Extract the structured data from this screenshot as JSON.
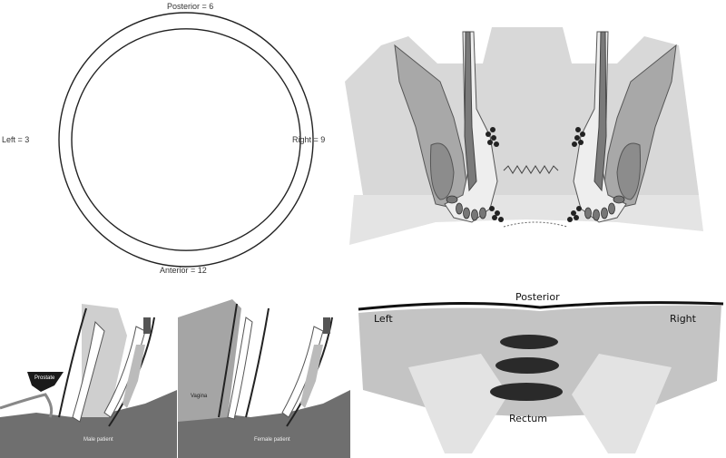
{
  "clock_diagram": {
    "posterior": "Posterior = 6",
    "left": "Left = 3",
    "right": "Right = 9",
    "anterior": "Anterior = 12"
  },
  "sagittal": {
    "prostate": "Prostate",
    "male_patient": "Male patient",
    "vagina": "Vagina",
    "female_patient": "Female patient"
  },
  "axial": {
    "posterior": "Posterior",
    "left": "Left",
    "right": "Right",
    "rectum": "Rectum"
  }
}
